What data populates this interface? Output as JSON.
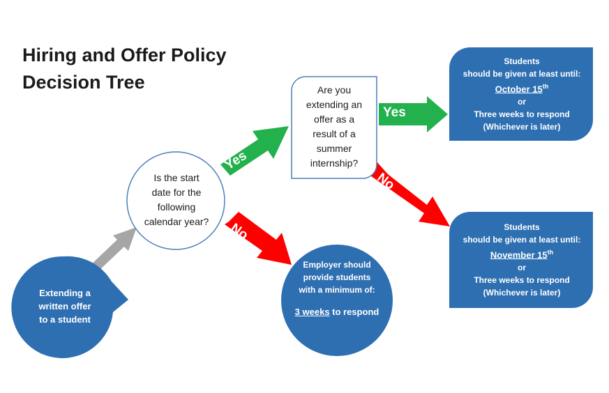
{
  "title": {
    "line1": "Hiring and Offer Policy",
    "line2": "Decision Tree"
  },
  "start_node": {
    "lines": [
      "Extending a",
      "written offer",
      "to a student"
    ]
  },
  "question1": {
    "lines": [
      "Is the start",
      "date for the",
      "following",
      "calendar year?"
    ]
  },
  "question2": {
    "lines": [
      "Are you",
      "extending an",
      "offer as a",
      "result of a",
      "summer",
      "internship?"
    ]
  },
  "result_min": {
    "lines": [
      "Employer should",
      "provide students",
      "with a minimum of:"
    ],
    "emphasis": "3 weeks",
    "suffix": " to respond"
  },
  "result_oct": {
    "line1": "Students",
    "line2": "should be given at least until:",
    "date": "October 15",
    "date_sup": "th",
    "line4": "or",
    "line5": "Three weeks to respond",
    "line6": "(Whichever is later)"
  },
  "result_nov": {
    "line1": "Students",
    "line2": "should be given at least until:",
    "date": "November 15",
    "date_sup": "th",
    "line4": "or",
    "line5": "Three weeks to respond",
    "line6": "(Whichever is later)"
  },
  "labels": {
    "yes1": "Yes",
    "no1": "No",
    "yes2": "Yes",
    "no2": "No"
  },
  "colors": {
    "blue": "#2e6fb2",
    "green": "#22b14c",
    "red": "#ff0000",
    "gray": "#a6a6a6",
    "outline": "#4a7ebb"
  }
}
